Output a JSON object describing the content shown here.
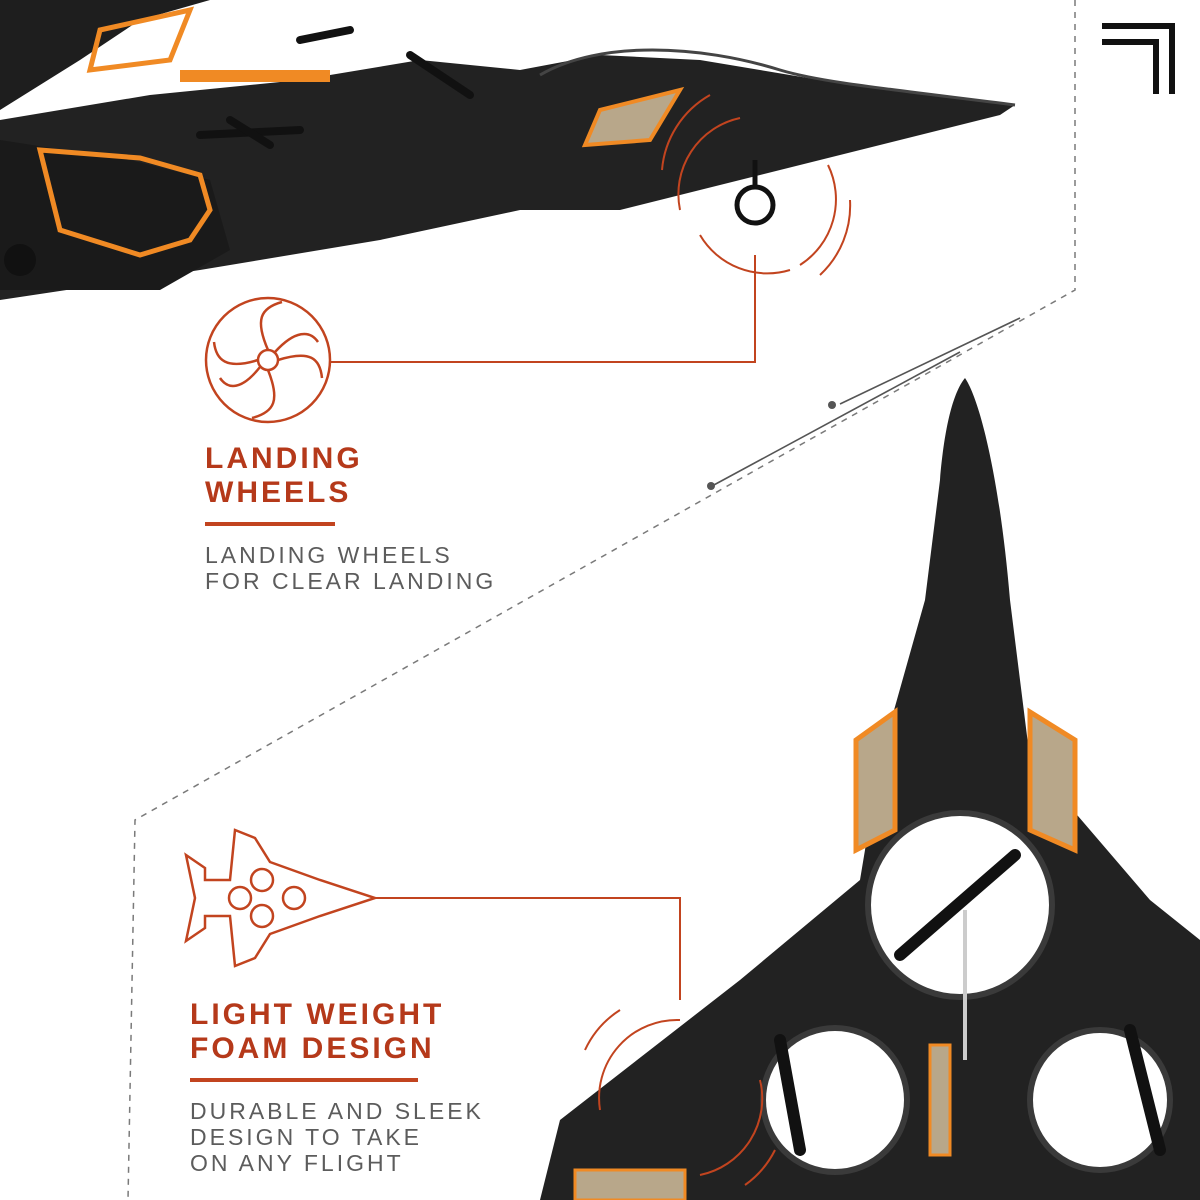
{
  "brand": {
    "logo_icon": "bracket-logo-icon"
  },
  "features": [
    {
      "icon": "fan-wheel-icon",
      "title_lines": [
        "LANDING",
        "WHEELS"
      ],
      "desc_lines": [
        "LANDING WHEELS",
        "FOR CLEAR LANDING"
      ]
    },
    {
      "icon": "jet-outline-icon",
      "title_lines": [
        "LIGHT WEIGHT",
        "FOAM DESIGN"
      ],
      "desc_lines": [
        "DURABLE AND SLEEK",
        "DESIGN TO TAKE",
        "ON ANY FLIGHT"
      ]
    }
  ],
  "colors": {
    "accent": "#c2441f",
    "title": "#b5391a",
    "body_text": "#5c5c5c",
    "plane_body": "#1f1f1f",
    "plane_trim": "#f08a24"
  }
}
